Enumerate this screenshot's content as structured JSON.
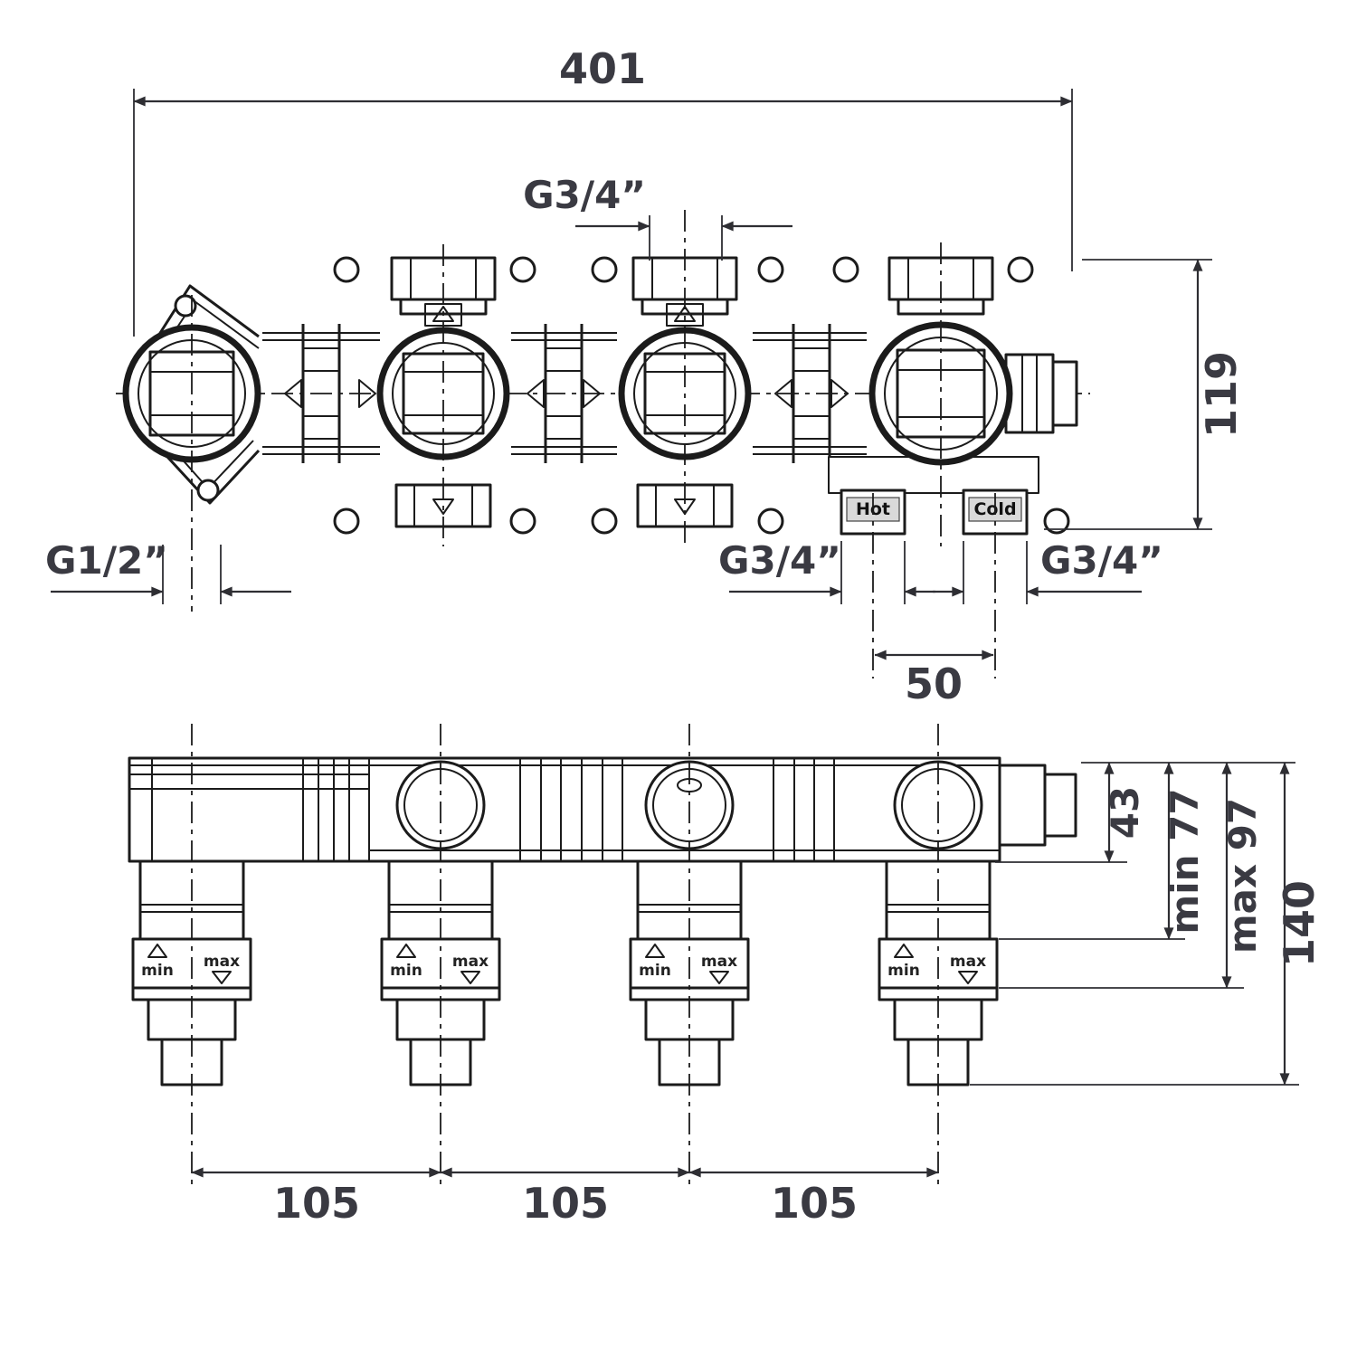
{
  "page": {
    "title": "Concealed thermostatic valve body — dimensional drawing",
    "background": "#ffffff"
  },
  "colors": {
    "line": "#1b1b1b",
    "dimension": "#2e2e33",
    "text": "#3a3a42",
    "port_plate": "#d9d9d9"
  },
  "top_view": {
    "dim_width": "401",
    "dim_port_top": "G3/4”",
    "dim_height": "119",
    "dim_port_left": "G1/2”",
    "dim_port_hot": "G3/4”",
    "dim_port_cold": "G3/4”",
    "dim_hot_cold_spacing": "50",
    "hot_label": "Hot",
    "cold_label": "Cold"
  },
  "front_view": {
    "dim_depth_body": "43",
    "dim_depth_min": "min 77",
    "dim_depth_max": "max 97",
    "dim_height_total": "140",
    "dim_spacing_1": "105",
    "dim_spacing_2": "105",
    "dim_spacing_3": "105",
    "min_label": "min",
    "max_label": "max"
  }
}
